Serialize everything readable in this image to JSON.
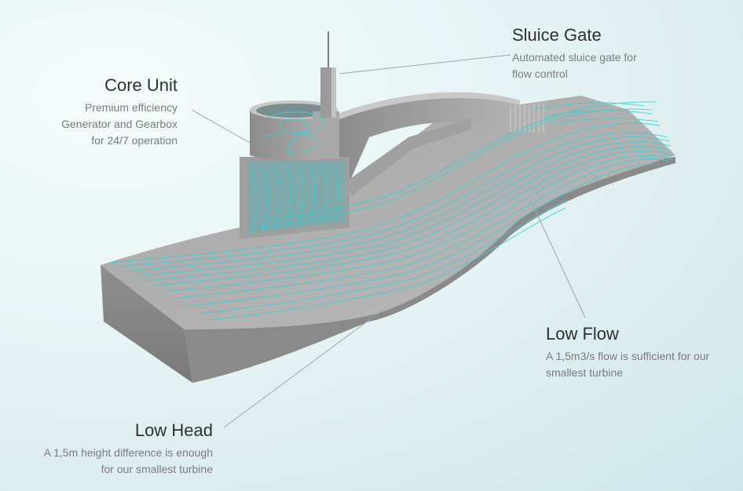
{
  "callouts": {
    "sluice_gate": {
      "title": "Sluice Gate",
      "description": "Automated sluice gate for\nflow control"
    },
    "core_unit": {
      "title": "Core Unit",
      "description": "Premium efficiency\nGenerator and Gearbox\nfor 24/7 operation"
    },
    "low_flow": {
      "title": "Low Flow",
      "description": "A 1,5m3/s flow is sufficient for our\nsmallest turbine"
    },
    "low_head": {
      "title": "Low Head",
      "description": "A 1,5m height difference is enough\nfor our smallest turbine"
    }
  },
  "colors": {
    "structure": "#9a9a9a",
    "structure_light": "#bdbdbd",
    "water_lines": "#35d3d8",
    "leader_line": "#9aa7a8"
  }
}
